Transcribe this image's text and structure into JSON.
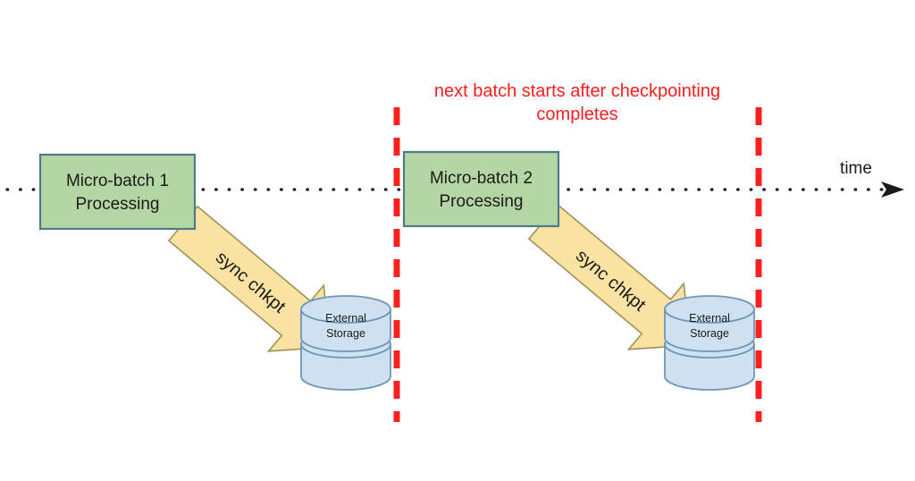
{
  "diagram": {
    "title_annotation": {
      "name": "checkpoint-note",
      "line1": "next batch starts after checkpointing",
      "line2": "completes",
      "color": "#fb2020"
    },
    "timeline": {
      "name": "time-axis",
      "label": "time",
      "style": "dotted",
      "color": "#1a1a1a",
      "arrow": "right-arrowhead"
    },
    "colors": {
      "batch_fill": "#b4d5a4",
      "batch_stroke": "#4f7a8a",
      "arrow_fill": "#fae3a2",
      "arrow_stroke": "#9c9257",
      "storage_fill": "#cfe1f0",
      "storage_stroke": "#6e97b8",
      "divider": "#fb2020",
      "text": "#1a1a1a"
    },
    "batches": [
      {
        "name": "micro-batch-1",
        "line1": "Micro-batch 1",
        "line2": "Processing"
      },
      {
        "name": "micro-batch-2",
        "line1": "Micro-batch 2",
        "line2": "Processing"
      }
    ],
    "checkpoint_arrows": [
      {
        "name": "sync-chkpt-arrow-1",
        "label": "sync chkpt"
      },
      {
        "name": "sync-chkpt-arrow-2",
        "label": "sync chkpt"
      }
    ],
    "storages": [
      {
        "name": "external-storage-1",
        "line1": "External",
        "line2": "Storage"
      },
      {
        "name": "external-storage-2",
        "line1": "External",
        "line2": "Storage"
      }
    ],
    "dividers": [
      {
        "name": "batch-boundary-1"
      },
      {
        "name": "batch-boundary-2"
      }
    ]
  }
}
